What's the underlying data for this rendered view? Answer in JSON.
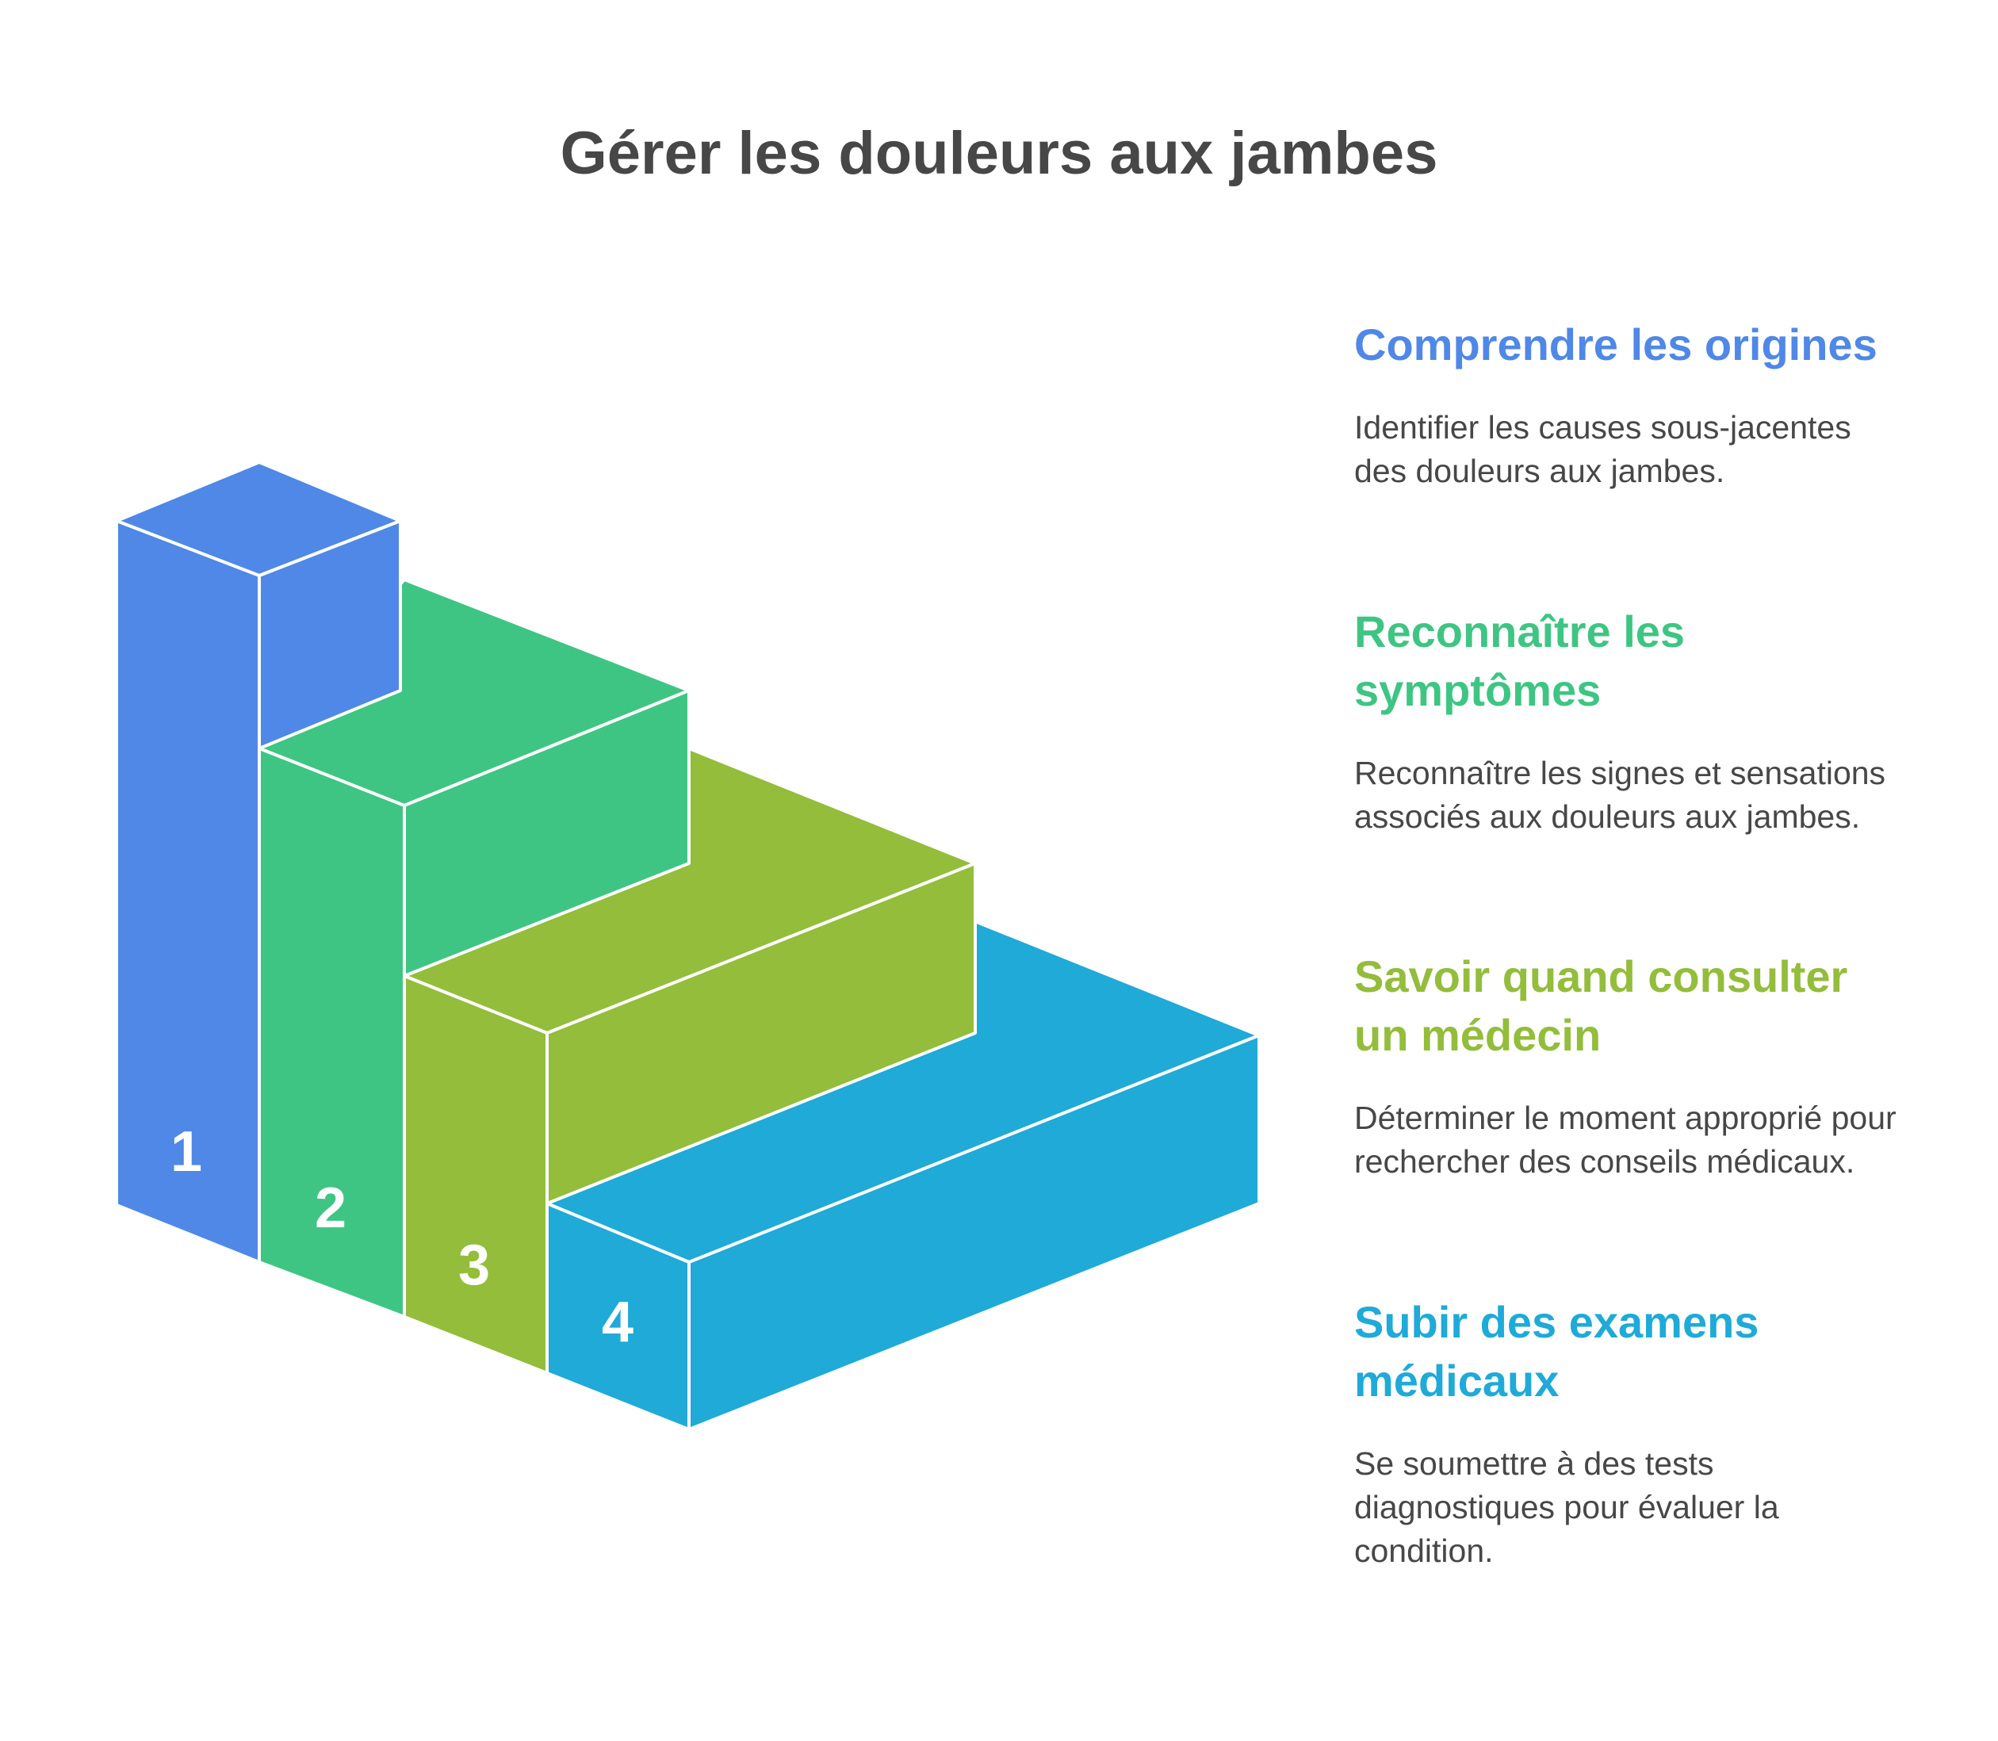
{
  "title": "Gérer les douleurs aux jambes",
  "colors": {
    "step1": "#4f88e6",
    "step2": "#3fc583",
    "step3": "#93bd3b",
    "step4": "#1faad8",
    "text": "#474747"
  },
  "steps": [
    {
      "number": "1",
      "title": "Comprendre les origines",
      "description": "Identifier les causes sous-jacentes des douleurs aux jambes."
    },
    {
      "number": "2",
      "title": "Reconnaître les symptômes",
      "description": "Reconnaître les signes et sensations associés aux douleurs aux jambes."
    },
    {
      "number": "3",
      "title": "Savoir quand consulter un médecin",
      "description": "Déterminer le moment approprié pour rechercher des conseils médicaux."
    },
    {
      "number": "4",
      "title": "Subir des examens médicaux",
      "description": "Se soumettre à des tests diagnostiques pour évaluer la condition."
    }
  ]
}
